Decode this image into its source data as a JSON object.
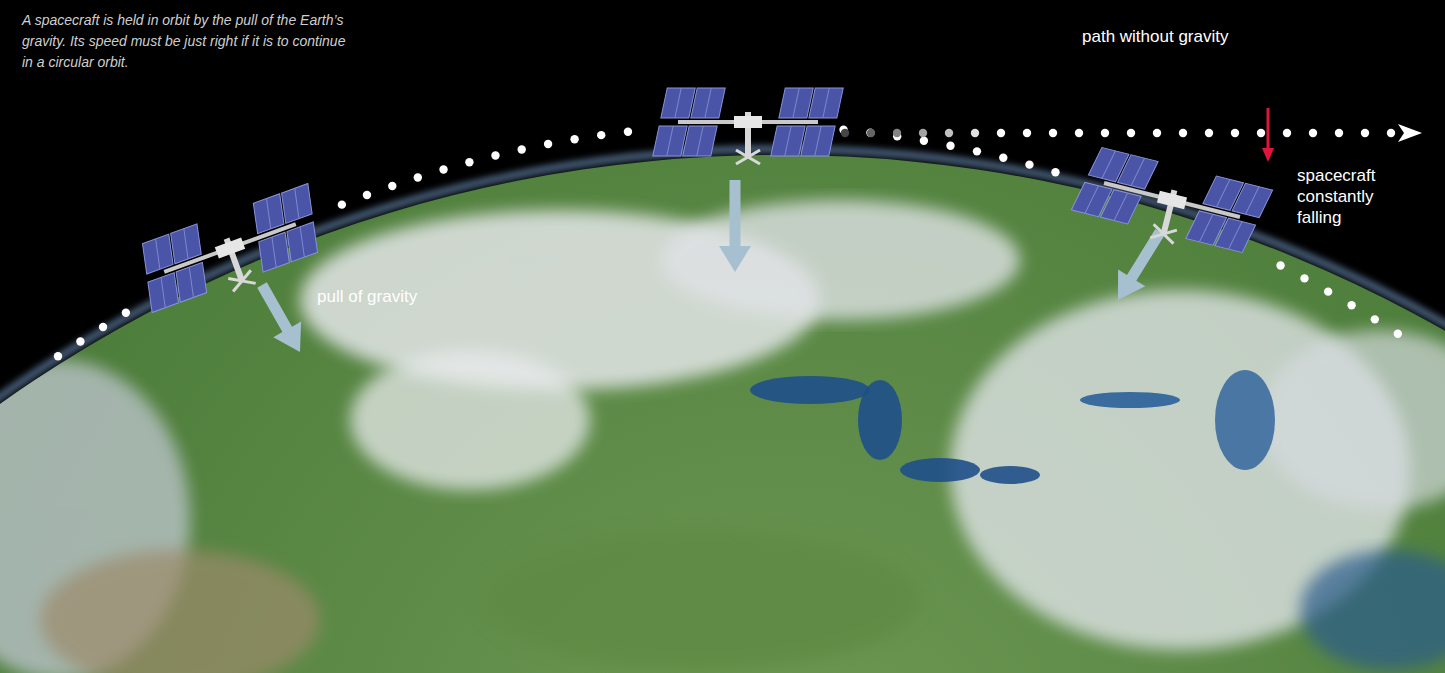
{
  "diagram": {
    "caption": "A spacecraft is held in orbit by the pull of the Earth’s gravity. Its speed must be just right if it is to continue in a circular orbit.",
    "labels": [
      "path without gravity",
      "pull of gravity",
      "spacecraft constantly falling"
    ]
  }
}
